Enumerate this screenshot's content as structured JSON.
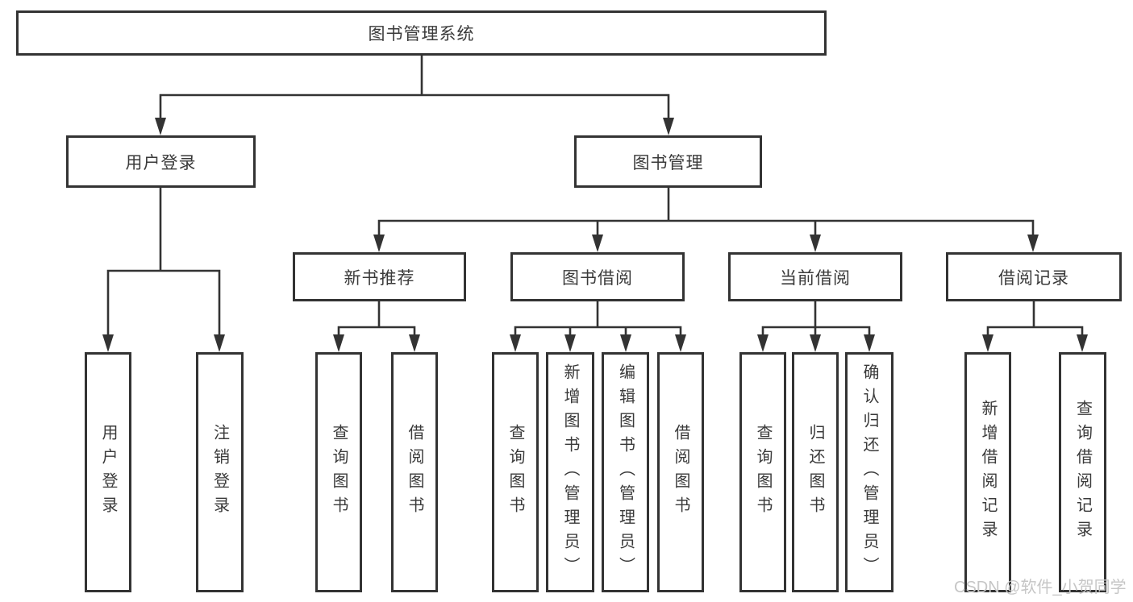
{
  "colors": {
    "line": "#333333",
    "text": "#3a3a3a",
    "watermark": "#c6c6c6",
    "background": "#ffffff"
  },
  "diagram": {
    "root": {
      "label": "图书管理系统"
    },
    "branches": [
      {
        "label": "用户登录",
        "children": [
          {
            "label": "用户登录"
          },
          {
            "label": "注销登录"
          }
        ]
      },
      {
        "label": "图书管理",
        "children": [
          {
            "label": "新书推荐",
            "children": [
              {
                "label": "查询图书"
              },
              {
                "label": "借阅图书"
              }
            ]
          },
          {
            "label": "图书借阅",
            "children": [
              {
                "label": "查询图书"
              },
              {
                "label": "新增图书（管理员）"
              },
              {
                "label": "编辑图书（管理员）"
              },
              {
                "label": "借阅图书"
              }
            ]
          },
          {
            "label": "当前借阅",
            "children": [
              {
                "label": "查询图书"
              },
              {
                "label": "归还图书"
              },
              {
                "label": "确认归还（管理员）"
              }
            ]
          },
          {
            "label": "借阅记录",
            "children": [
              {
                "label": "新增借阅记录"
              },
              {
                "label": "查询借阅记录"
              }
            ]
          }
        ]
      }
    ]
  },
  "watermark": {
    "text": "CSDN @软件_小贺同学"
  }
}
